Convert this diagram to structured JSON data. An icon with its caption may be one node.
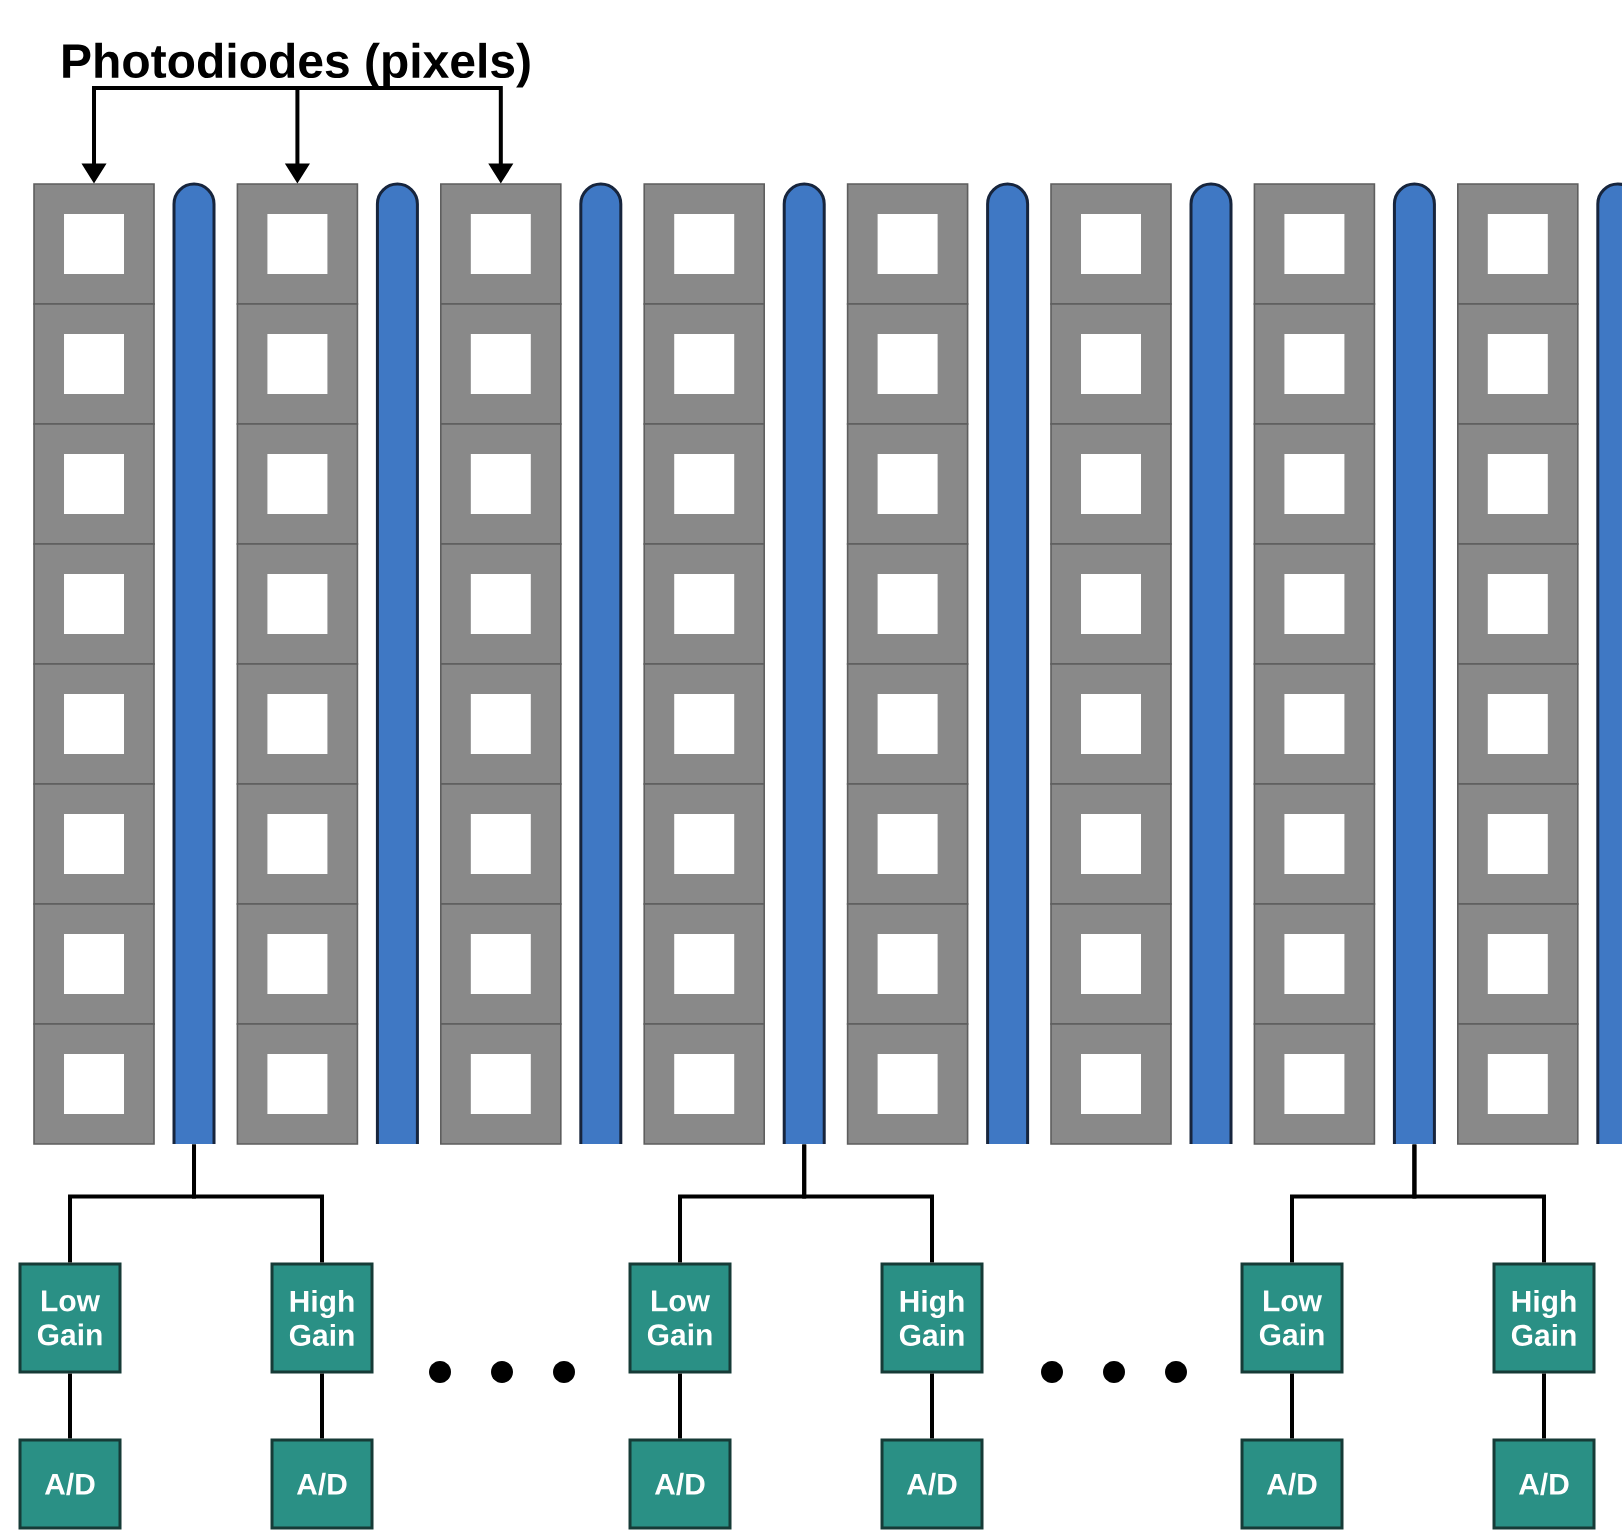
{
  "diagram": {
    "nodes": [
      {
        "text": [
          "Photodiodes (pixels)"
        ]
      },
      {
        "text": [],
        "shape": "box"
      },
      {
        "text": [],
        "shape": "box"
      },
      {
        "text": [],
        "shape": "box"
      },
      {
        "text": [],
        "shape": "box"
      },
      {
        "text": [],
        "shape": "box"
      },
      {
        "text": [],
        "shape": "box"
      },
      {
        "text": [],
        "shape": "box"
      },
      {
        "text": [],
        "shape": "box"
      },
      {
        "text": [],
        "shape": "box"
      },
      {
        "text": [],
        "shape": "box"
      },
      {
        "text": [],
        "shape": "box"
      },
      {
        "text": [],
        "shape": "box"
      },
      {
        "text": [],
        "shape": "box"
      },
      {
        "text": [],
        "shape": "box"
      },
      {
        "text": [],
        "shape": "box"
      },
      {
        "text": [],
        "shape": "box"
      },
      {
        "text": [],
        "shape": "box"
      },
      {
        "text": [],
        "shape": "box"
      },
      {
        "text": [],
        "shape": "box"
      },
      {
        "text": [],
        "shape": "box"
      },
      {
        "text": [],
        "shape": "box"
      },
      {
        "text": [],
        "shape": "box"
      },
      {
        "text": [],
        "shape": "box"
      },
      {
        "text": [],
        "shape": "box"
      },
      {
        "text": [],
        "shape": "box"
      },
      {
        "text": [],
        "shape": "box"
      },
      {
        "text": [],
        "shape": "box"
      },
      {
        "text": [],
        "shape": "box"
      },
      {
        "text": [],
        "shape": "box"
      },
      {
        "text": [],
        "shape": "box"
      },
      {
        "text": [],
        "shape": "box"
      },
      {
        "text": [],
        "shape": "box"
      },
      {
        "text": [],
        "shape": "box"
      },
      {
        "text": [],
        "shape": "box"
      },
      {
        "text": [],
        "shape": "box"
      },
      {
        "text": [],
        "shape": "box"
      },
      {
        "text": [],
        "shape": "box"
      },
      {
        "text": [],
        "shape": "box"
      },
      {
        "text": [],
        "shape": "box"
      },
      {
        "text": [],
        "shape": "box"
      },
      {
        "text": [],
        "shape": "box"
      },
      {
        "text": [],
        "shape": "box"
      },
      {
        "text": [],
        "shape": "box"
      },
      {
        "text": [],
        "shape": "box"
      },
      {
        "text": [],
        "shape": "box"
      },
      {
        "text": [],
        "shape": "box"
      },
      {
        "text": [],
        "shape": "box"
      },
      {
        "text": [],
        "shape": "box"
      },
      {
        "text": [],
        "shape": "box"
      },
      {
        "text": [],
        "shape": "box"
      },
      {
        "text": [],
        "shape": "box"
      },
      {
        "text": [],
        "shape": "box"
      },
      {
        "text": [],
        "shape": "box"
      },
      {
        "text": [],
        "shape": "box"
      },
      {
        "text": [],
        "shape": "box"
      },
      {
        "text": [],
        "shape": "box"
      },
      {
        "text": [],
        "shape": "box"
      },
      {
        "text": [],
        "shape": "box"
      },
      {
        "text": [],
        "shape": "box"
      },
      {
        "text": [],
        "shape": "box"
      },
      {
        "text": [],
        "shape": "box"
      },
      {
        "text": [],
        "shape": "box"
      },
      {
        "text": [],
        "shape": "box"
      },
      {
        "text": [],
        "shape": "box"
      },
      {
        "text": [],
        "shape": "bar"
      },
      {
        "text": [],
        "shape": "bar"
      },
      {
        "text": [],
        "shape": "bar"
      },
      {
        "text": [],
        "shape": "bar"
      },
      {
        "text": [],
        "shape": "bar"
      },
      {
        "text": [],
        "shape": "bar"
      },
      {
        "text": [],
        "shape": "bar"
      },
      {
        "text": [],
        "shape": "bar"
      },
      {
        "text": [
          "Low Gain"
        ]
      },
      {
        "text": [
          "High Gain"
        ]
      },
      {
        "text": [
          "Low Gain"
        ]
      },
      {
        "text": [
          "High Gain"
        ]
      },
      {
        "text": [
          "Low Gain"
        ]
      },
      {
        "text": [
          "High Gain"
        ]
      },
      {
        "text": [
          "A/D"
        ]
      },
      {
        "text": [
          "A/D"
        ]
      },
      {
        "text": [
          "A/D"
        ]
      },
      {
        "text": [
          "A/D"
        ]
      },
      {
        "text": [
          "A/D"
        ]
      },
      {
        "text": [
          "A/D"
        ]
      }
    ],
    "edges": [
      {
        "from": 0,
        "to": 1,
        "arrow": "to"
      },
      {
        "from": 0,
        "to": 2,
        "arrow": "to"
      },
      {
        "from": 0,
        "to": 3,
        "arrow": "to"
      },
      {
        "from": 65,
        "to": 73,
        "arrow": "none"
      },
      {
        "from": 65,
        "to": 74,
        "arrow": "none"
      },
      {
        "from": 68,
        "to": 75,
        "arrow": "none"
      },
      {
        "from": 68,
        "to": 76,
        "arrow": "none"
      },
      {
        "from": 71,
        "to": 77,
        "arrow": "none"
      },
      {
        "from": 71,
        "to": 78,
        "arrow": "none"
      },
      {
        "from": 73,
        "to": 79,
        "arrow": "none"
      },
      {
        "from": 74,
        "to": 80,
        "arrow": "none"
      },
      {
        "from": 75,
        "to": 81,
        "arrow": "none"
      },
      {
        "from": 76,
        "to": 82,
        "arrow": "none"
      },
      {
        "from": 77,
        "to": 83,
        "arrow": "none"
      },
      {
        "from": 78,
        "to": 84,
        "arrow": "none"
      }
    ]
  }
}
